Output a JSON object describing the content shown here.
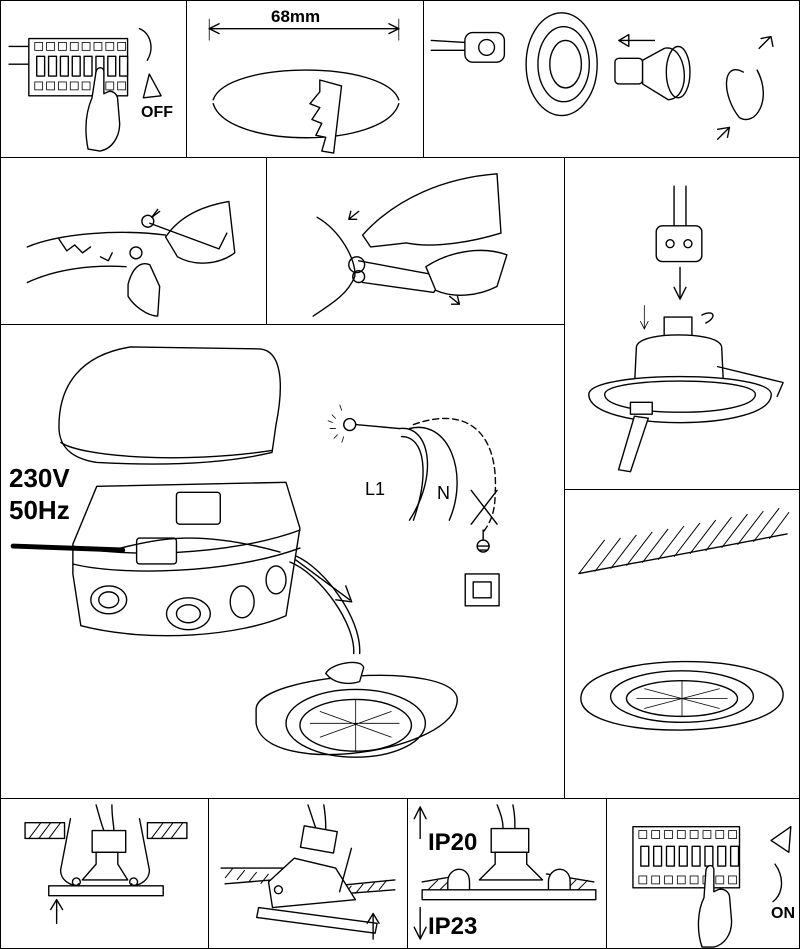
{
  "steps": {
    "switch_off": {
      "label": "OFF"
    },
    "cutout": {
      "dimension": "68mm"
    },
    "supply": {
      "voltage": "230V",
      "frequency": "50Hz"
    },
    "wiring": {
      "line": "L1",
      "neutral": "N"
    },
    "protection": {
      "top": "IP20",
      "bottom": "IP23"
    },
    "switch_on": {
      "label": "ON"
    }
  },
  "icons": [
    "switch-icon",
    "hand-icon",
    "arrow-icon",
    "earth-symbol-icon",
    "class-ii-double-insulation-icon",
    "junction-box-icon",
    "downlight-icon",
    "gu10-lamp-icon",
    "lamp-socket-icon",
    "retaining-clip-icon",
    "spring-clip-icon",
    "saw-icon",
    "ceiling-hatch-icon"
  ]
}
